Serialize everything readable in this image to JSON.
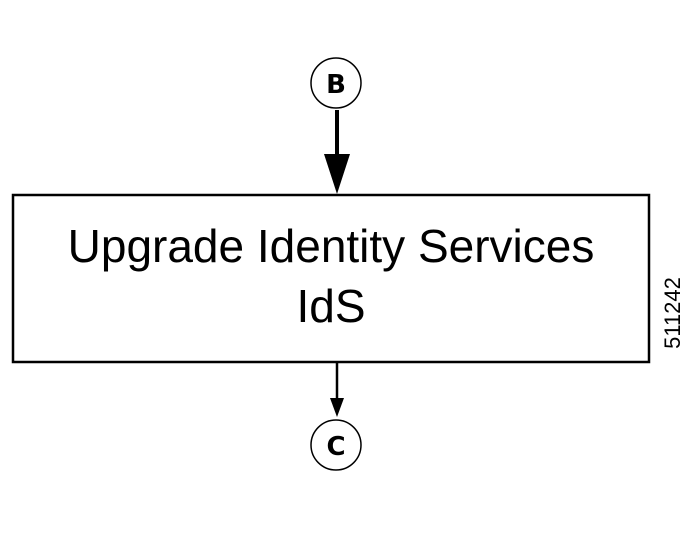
{
  "diagram": {
    "top_connector": "B",
    "bottom_connector": "C",
    "box_line1": "Upgrade Identity Services",
    "box_line2": "IdS",
    "figure_id": "511242"
  }
}
